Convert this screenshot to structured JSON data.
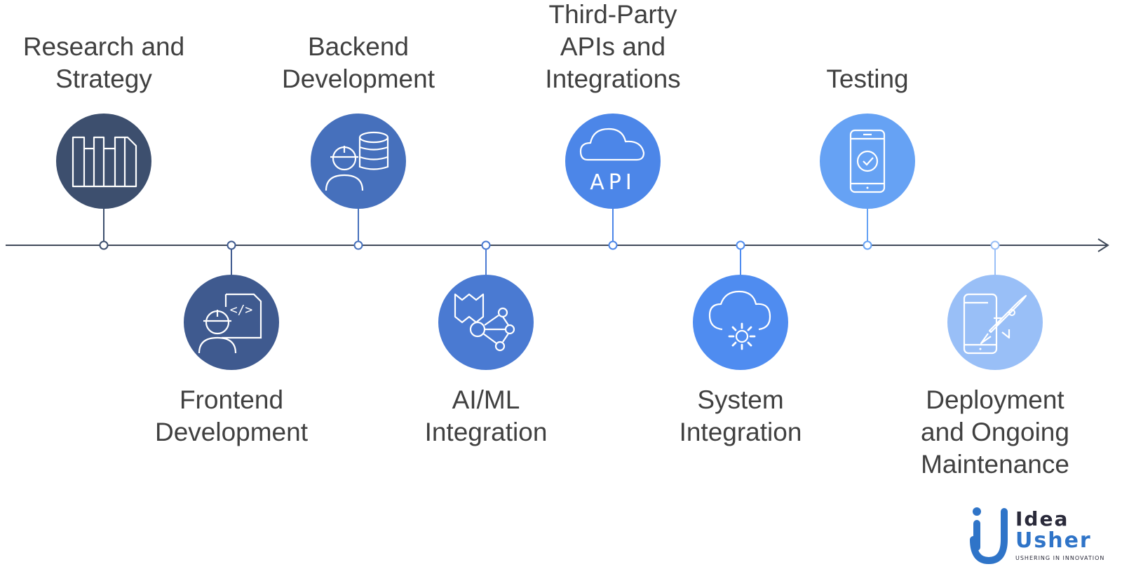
{
  "steps": [
    {
      "id": "research",
      "lines": [
        "Research and",
        "Strategy"
      ],
      "color": "#3d4f6e",
      "icon": "research-strategy-icon",
      "position": "top"
    },
    {
      "id": "frontend",
      "lines": [
        "Frontend",
        "Development"
      ],
      "color": "#3f5a8f",
      "icon": "frontend-developer-icon",
      "position": "bottom"
    },
    {
      "id": "backend",
      "lines": [
        "Backend",
        "Development"
      ],
      "color": "#4670bc",
      "icon": "backend-database-icon",
      "position": "top"
    },
    {
      "id": "aiml",
      "lines": [
        "AI/ML",
        "Integration"
      ],
      "color": "#4a7ad2",
      "icon": "ai-network-icon",
      "position": "bottom"
    },
    {
      "id": "apis",
      "lines": [
        "Third-Party",
        "APIs and",
        "Integrations"
      ],
      "color": "#4c86e8",
      "icon": "api-cloud-icon",
      "position": "top"
    },
    {
      "id": "system",
      "lines": [
        "System",
        "Integration"
      ],
      "color": "#4f8cf0",
      "icon": "cloud-gear-icon",
      "position": "bottom"
    },
    {
      "id": "testing",
      "lines": [
        "Testing"
      ],
      "color": "#66a2f4",
      "icon": "phone-check-icon",
      "position": "top"
    },
    {
      "id": "deployment",
      "lines": [
        "Deployment",
        "and Ongoing",
        "Maintenance"
      ],
      "color": "#99bff7",
      "icon": "phone-rocket-icon",
      "position": "bottom"
    }
  ],
  "logo": {
    "line1": "Idea",
    "line2": "Usher",
    "tagline": "USHERING IN INNOVATION",
    "colors": {
      "blue": "#2f74c8",
      "dark": "#2a2a3a"
    }
  },
  "colors": {
    "axis": "#404a5a",
    "icon_stroke": "#ffffff"
  }
}
